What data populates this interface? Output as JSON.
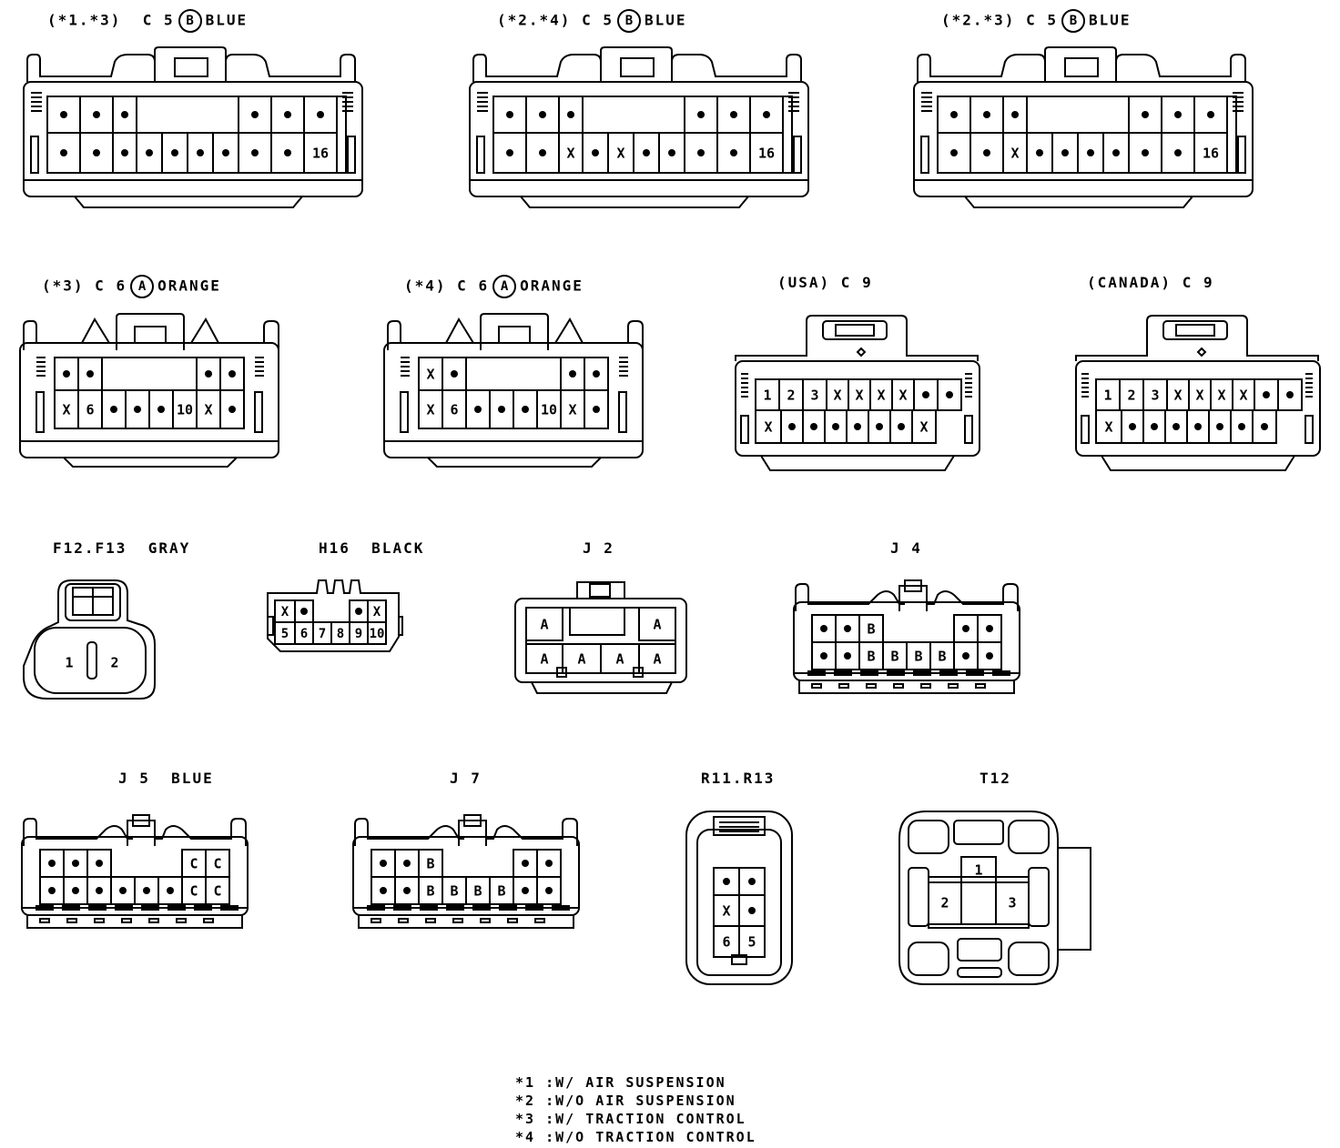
{
  "labels": {
    "c5_a": {
      "prefix": "(*1.*3)",
      "code": "C 5",
      "circle": "B",
      "color": "BLUE"
    },
    "c5_b": {
      "prefix": "(*2.*4)",
      "code": "C 5",
      "circle": "B",
      "color": "BLUE"
    },
    "c5_c": {
      "prefix": "(*2.*3)",
      "code": "C 5",
      "circle": "B",
      "color": "BLUE"
    },
    "c6_a": {
      "prefix": "(*3)",
      "code": "C 6",
      "circle": "A",
      "color": "ORANGE"
    },
    "c6_b": {
      "prefix": "(*4)",
      "code": "C 6",
      "circle": "A",
      "color": "ORANGE"
    },
    "c9_usa": {
      "text": "(USA) C 9"
    },
    "c9_canada": {
      "text": "(CANADA) C 9"
    },
    "f12": {
      "text": "F12.F13",
      "color": "GRAY"
    },
    "h16": {
      "text": "H16",
      "color": "BLACK"
    },
    "j2": {
      "text": "J 2"
    },
    "j4": {
      "text": "J 4"
    },
    "j5": {
      "text": "J 5",
      "color": "BLUE"
    },
    "j7": {
      "text": "J 7"
    },
    "r11": {
      "text": "R11.R13"
    },
    "t12": {
      "text": "T12"
    }
  },
  "connectors": {
    "c5_a": {
      "top": [
        "•",
        "•",
        "•",
        "",
        "",
        "",
        "",
        "•",
        "•",
        "•"
      ],
      "bottom": [
        "•",
        "•",
        "•",
        "•",
        "•",
        "•",
        "•",
        "•",
        "•",
        "16"
      ]
    },
    "c5_b": {
      "top": [
        "•",
        "•",
        "•",
        "",
        "",
        "",
        "",
        "•",
        "•",
        "•"
      ],
      "bottom": [
        "•",
        "•",
        "X",
        "•",
        "X",
        "•",
        "•",
        "•",
        "•",
        "16"
      ]
    },
    "c5_c": {
      "top": [
        "•",
        "•",
        "•",
        "",
        "",
        "",
        "",
        "•",
        "•",
        "•"
      ],
      "bottom": [
        "•",
        "•",
        "X",
        "•",
        "•",
        "•",
        "•",
        "•",
        "•",
        "16"
      ]
    },
    "c6_a": {
      "top": [
        "•",
        "•",
        "",
        "",
        "",
        "",
        "",
        "•",
        "•"
      ],
      "bottom": [
        "X",
        "6",
        "•",
        "•",
        "•",
        "10",
        "X",
        "•"
      ]
    },
    "c6_b": {
      "top": [
        "X",
        "•",
        "",
        "",
        "",
        "",
        "",
        "•",
        "•"
      ],
      "bottom": [
        "X",
        "6",
        "•",
        "•",
        "•",
        "10",
        "X",
        "•"
      ]
    },
    "c9_usa": {
      "top": [
        "1",
        "2",
        "3",
        "X",
        "X",
        "X",
        "X",
        "•",
        "•"
      ],
      "bottom": [
        "X",
        "•",
        "•",
        "•",
        "•",
        "•",
        "•",
        "X"
      ]
    },
    "c9_canada": {
      "top": [
        "1",
        "2",
        "3",
        "X",
        "X",
        "X",
        "X",
        "•",
        "•"
      ],
      "bottom": [
        "X",
        "•",
        "•",
        "•",
        "•",
        "•",
        "•",
        "•"
      ]
    },
    "f12": {
      "pins": [
        "1",
        "2"
      ]
    },
    "h16": {
      "top": [
        "X",
        "•",
        "",
        "",
        "•",
        "X"
      ],
      "bottom": [
        "5",
        "6",
        "7",
        "8",
        "9",
        "10"
      ]
    },
    "j2": {
      "top": [
        "A",
        "",
        "",
        "A"
      ],
      "bottom": [
        "A",
        "A",
        "A",
        "A"
      ]
    },
    "j4": {
      "top": [
        "•",
        "•",
        "B",
        "",
        "",
        "",
        "•",
        "•"
      ],
      "bottom": [
        "•",
        "•",
        "B",
        "B",
        "B",
        "B",
        "•",
        "•"
      ]
    },
    "j5": {
      "top": [
        "•",
        "•",
        "•",
        "",
        "",
        "",
        "C",
        "C"
      ],
      "bottom": [
        "•",
        "•",
        "•",
        "•",
        "•",
        "•",
        "C",
        "C"
      ]
    },
    "j7": {
      "top": [
        "•",
        "•",
        "B",
        "",
        "",
        "",
        "•",
        "•"
      ],
      "bottom": [
        "•",
        "•",
        "B",
        "B",
        "B",
        "B",
        "•",
        "•"
      ]
    },
    "r11": {
      "pins": [
        "•",
        "•",
        "X",
        "•",
        "6",
        "5"
      ]
    },
    "t12": {
      "pins": [
        "1",
        "2",
        "3"
      ]
    }
  },
  "legend": [
    "*1 :W/ AIR SUSPENSION",
    "*2 :W/O AIR SUSPENSION",
    "*3 :W/ TRACTION CONTROL",
    "*4 :W/O TRACTION CONTROL"
  ]
}
